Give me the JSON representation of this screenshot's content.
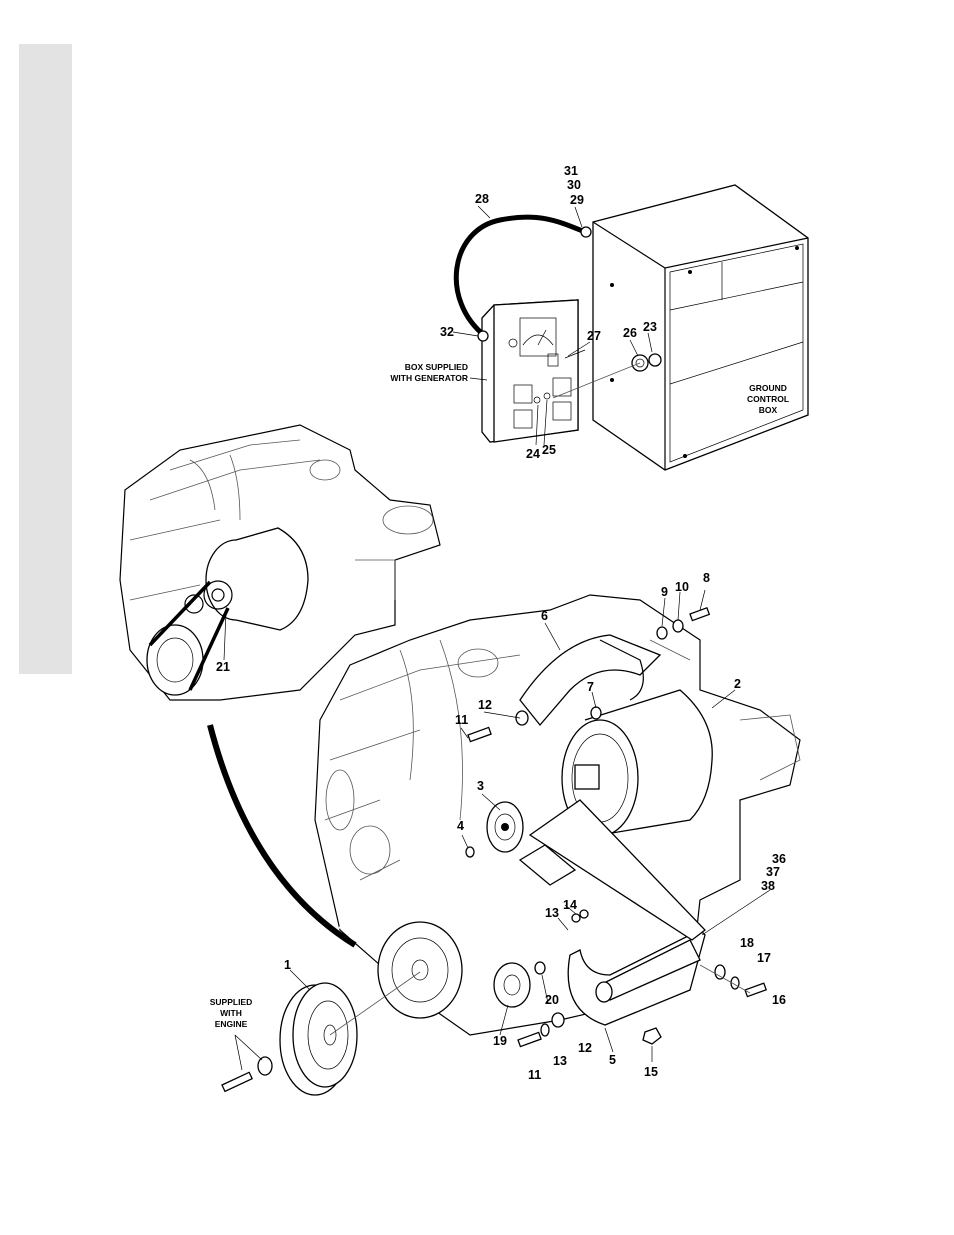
{
  "figure": {
    "callouts": [
      "1",
      "2",
      "3",
      "4",
      "5",
      "6",
      "7",
      "8",
      "9",
      "10",
      "11",
      "12",
      "13",
      "14",
      "15",
      "16",
      "17",
      "18",
      "19",
      "20",
      "21",
      "23",
      "24",
      "25",
      "26",
      "27",
      "28",
      "29",
      "30",
      "31",
      "32",
      "36",
      "37",
      "38",
      "11",
      "12",
      "13"
    ],
    "notes": {
      "box_supplied_line1": "BOX SUPPLIED",
      "box_supplied_line2": "WITH GENERATOR",
      "ground_line1": "GROUND",
      "ground_line2": "CONTROL",
      "ground_line3": "BOX",
      "engine_line1": "SUPPLIED",
      "engine_line2": "WITH",
      "engine_line3": "ENGINE"
    }
  }
}
